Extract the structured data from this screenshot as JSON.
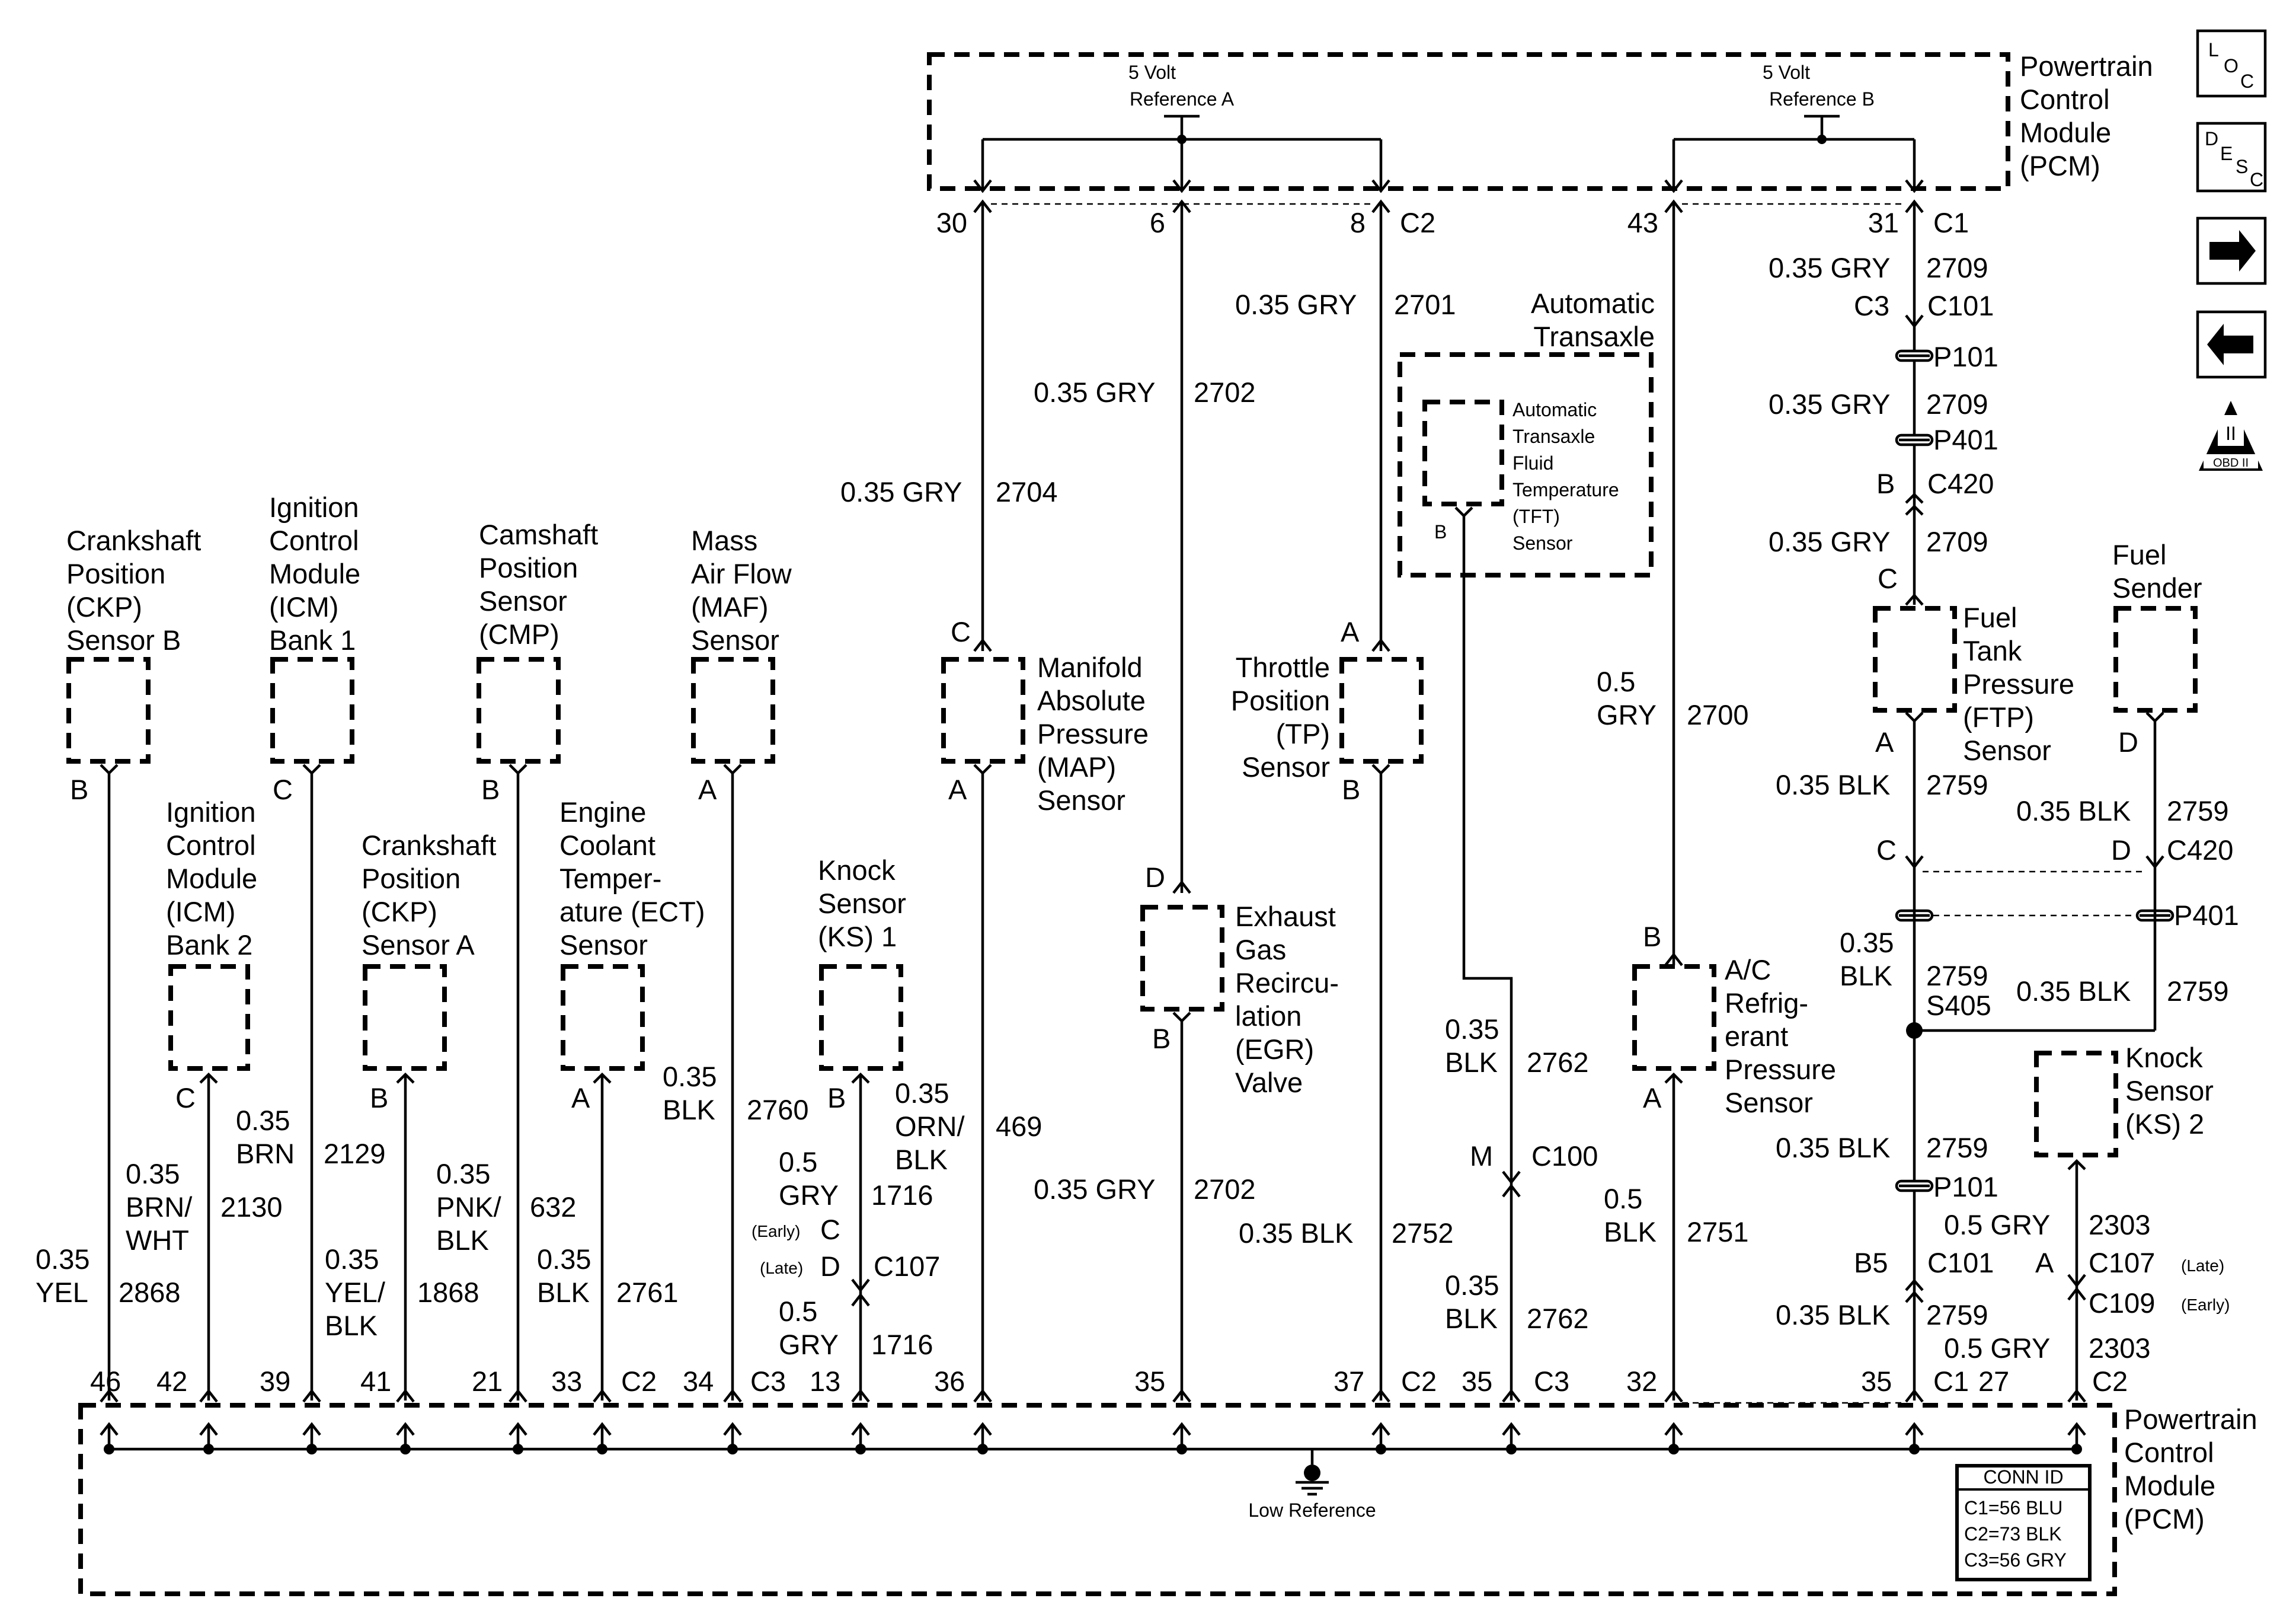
{
  "pcm": {
    "top_label": [
      "Powertrain",
      "Control",
      "Module",
      "(PCM)"
    ],
    "bottom_label": [
      "Powertrain",
      "Control",
      "Module",
      "(PCM)"
    ],
    "ref_a": [
      "5 Volt",
      "Reference A"
    ],
    "ref_b": [
      "5 Volt",
      "Reference B"
    ],
    "low_reference": "Low Reference",
    "conn_id": {
      "title": "CONN ID",
      "rows": [
        "C1=56 BLU",
        "C2=73 BLK",
        "C3=56 GRY"
      ]
    },
    "top_pins": {
      "p30": "30",
      "p6": "6",
      "p8": "8",
      "c2": "C2",
      "p43": "43",
      "p31": "31",
      "c1": "C1"
    },
    "bottom_pins": {
      "p46": "46",
      "p42": "42",
      "p39": "39",
      "p41": "41",
      "p21": "21",
      "p33": "33",
      "c2a": "C2",
      "p34": "34",
      "c3a": "C3",
      "p13": "13",
      "p36": "36",
      "p35a": "35",
      "p37": "37",
      "c2b": "C2",
      "p35b": "35",
      "c3b": "C3",
      "p32": "32",
      "p35c": "35",
      "c1": "C1",
      "p27": "27",
      "c2c": "C2"
    }
  },
  "side_icons": {
    "loc": [
      "L",
      "O",
      "C"
    ],
    "desc": [
      "D",
      "E",
      "S",
      "C"
    ],
    "obd_top": "II",
    "obd_bottom": "OBD II"
  },
  "components": {
    "ckp_b": {
      "label": [
        "Crankshaft",
        "Position",
        "(CKP)",
        "Sensor B"
      ],
      "pin": "B"
    },
    "icm_b1": {
      "label": [
        "Ignition",
        "Control",
        "Module",
        "(ICM)",
        "Bank 1"
      ],
      "pin": "C"
    },
    "icm_b2": {
      "label": [
        "Ignition",
        "Control",
        "Module",
        "(ICM)",
        "Bank 2"
      ],
      "pin": "C"
    },
    "ckp_a": {
      "label": [
        "Crankshaft",
        "Position",
        "(CKP)",
        "Sensor A"
      ],
      "pin": "B"
    },
    "cmp": {
      "label": [
        "Camshaft",
        "Position",
        "Sensor",
        "(CMP)"
      ],
      "pin": "B"
    },
    "ect": {
      "label": [
        "Engine",
        "Coolant",
        "Temper-",
        "ature (ECT)",
        "Sensor"
      ],
      "pin": "A"
    },
    "maf": {
      "label": [
        "Mass",
        "Air Flow",
        "(MAF)",
        "Sensor"
      ],
      "pin": "A"
    },
    "ks1": {
      "label": [
        "Knock",
        "Sensor",
        "(KS) 1"
      ],
      "pin": "B"
    },
    "map": {
      "label": [
        "Manifold",
        "Absolute",
        "Pressure",
        "(MAP)",
        "Sensor"
      ],
      "pin_top": "C",
      "pin_bottom": "A"
    },
    "egr": {
      "label": [
        "Exhaust",
        "Gas",
        "Recircu-",
        "lation",
        "(EGR)",
        "Valve"
      ],
      "pin_top": "D",
      "pin_bottom": "B"
    },
    "tp": {
      "label": [
        "Throttle",
        "Position",
        "(TP)",
        "Sensor"
      ],
      "pin_top": "A",
      "pin_bottom": "B"
    },
    "trans": {
      "label": [
        "Automatic",
        "Transaxle"
      ]
    },
    "tft": {
      "label": [
        "Automatic",
        "Transaxle",
        "Fluid",
        "Temperature",
        "(TFT)",
        "Sensor"
      ],
      "pin": "B"
    },
    "ac": {
      "label": [
        "A/C",
        "Refrig-",
        "erant",
        "Pressure",
        "Sensor"
      ],
      "pin_top": "B",
      "pin_bottom": "A"
    },
    "ftp": {
      "label": [
        "Fuel",
        "Tank",
        "Pressure",
        "(FTP)",
        "Sensor"
      ],
      "pin_top": "C",
      "pin_bottom": "A"
    },
    "fuel_sender": {
      "label": [
        "Fuel",
        "Sender"
      ],
      "pin": "D"
    },
    "ks2": {
      "label": [
        "Knock",
        "Sensor",
        "(KS) 2"
      ]
    }
  },
  "wires": {
    "w2704": {
      "size": "0.35 GRY",
      "circuit": "2704"
    },
    "w2702a": {
      "size": "0.35 GRY",
      "circuit": "2702"
    },
    "w2701": {
      "size": "0.35 GRY",
      "circuit": "2701"
    },
    "w2709a": {
      "size": "0.35 GRY",
      "circuit": "2709"
    },
    "w2709b": {
      "size": "0.35 GRY",
      "circuit": "2709"
    },
    "w2709c": {
      "size": "0.35 GRY",
      "circuit": "2709"
    },
    "w2700": {
      "size": [
        "0.5",
        "GRY"
      ],
      "circuit": "2700"
    },
    "w2868": {
      "size": [
        "0.35",
        "YEL"
      ],
      "circuit": "2868"
    },
    "w2130": {
      "size": [
        "0.35",
        "BRN/",
        "WHT"
      ],
      "circuit": "2130"
    },
    "w2129": {
      "size": [
        "0.35",
        "BRN"
      ],
      "circuit": "2129"
    },
    "w1868": {
      "size": [
        "0.35",
        "YEL/",
        "BLK"
      ],
      "circuit": "1868"
    },
    "w632": {
      "size": [
        "0.35",
        "PNK/",
        "BLK"
      ],
      "circuit": "632"
    },
    "w2761": {
      "size": [
        "0.35",
        "BLK"
      ],
      "circuit": "2761"
    },
    "w2760": {
      "size": [
        "0.35",
        "BLK"
      ],
      "circuit": "2760"
    },
    "w1716a": {
      "size": [
        "0.5",
        "GRY"
      ],
      "circuit": "1716"
    },
    "w1716b": {
      "size": [
        "0.5",
        "GRY"
      ],
      "circuit": "1716"
    },
    "w469": {
      "size": [
        "0.35",
        "ORN/",
        "BLK"
      ],
      "circuit": "469"
    },
    "w2702b": {
      "size": "0.35 GRY",
      "circuit": "2702"
    },
    "w2752": {
      "size": "0.35 BLK",
      "circuit": "2752"
    },
    "w2762a": {
      "size": [
        "0.35",
        "BLK"
      ],
      "circuit": "2762"
    },
    "w2762b": {
      "size": [
        "0.35",
        "BLK"
      ],
      "circuit": "2762"
    },
    "w2751": {
      "size": [
        "0.5",
        "BLK"
      ],
      "circuit": "2751"
    },
    "w2759a": {
      "size": "0.35 BLK",
      "circuit": "2759"
    },
    "w2759b": {
      "size": "0.35 BLK",
      "circuit": "2759"
    },
    "w2759c": {
      "size": [
        "0.35",
        "BLK"
      ],
      "circuit": "2759"
    },
    "w2759d": {
      "size": "0.35 BLK",
      "circuit": "2759"
    },
    "w2759e": {
      "size": "0.35 BLK",
      "circuit": "2759"
    },
    "w2759f": {
      "size": "0.35 BLK",
      "circuit": "2759"
    },
    "w2303a": {
      "size": "0.5 GRY",
      "circuit": "2303"
    },
    "w2303b": {
      "size": "0.5 GRY",
      "circuit": "2303"
    }
  },
  "connectors": {
    "c3_top": "C3",
    "c101_top": "C101",
    "p101_top": "P101",
    "p401_top": "P401",
    "b_c420": "B",
    "c420_top": "C420",
    "c_c420": "C",
    "d_c420": "D",
    "c420_mid": "C420",
    "p401_mid": "P401",
    "s405": "S405",
    "p101_bot": "P101",
    "b5": "B5",
    "c101_bot": "C101",
    "m": "M",
    "c100": "C100",
    "early_c": "(Early) C",
    "early_c_letter": "C",
    "early_tag": "(Early)",
    "late_d": "(Late) D",
    "late_d_letter": "D",
    "late_tag": "(Late)",
    "c107": "C107",
    "ks2_a": "A",
    "c107_late": "C107",
    "late_small": "(Late)",
    "c109_early": "C109",
    "early_small": "(Early)"
  }
}
